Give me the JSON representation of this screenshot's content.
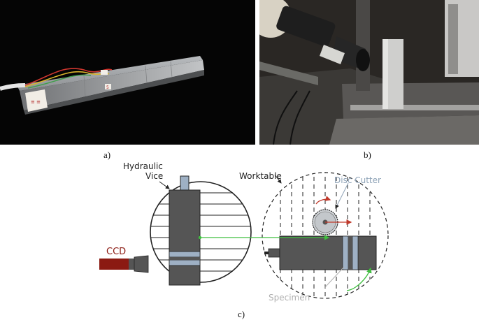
{
  "figure": {
    "photos": [
      {
        "caption": "a)",
        "subject": "specimen-with-strain-gauges"
      },
      {
        "caption": "b)",
        "subject": "ccd-camera-setup"
      }
    ],
    "diagram_caption": "c)",
    "labels": {
      "hydraulic_vice_line1": "Hydraulic",
      "hydraulic_vice_line2": "Vice",
      "worktable": "Worktable",
      "disc_cutter": "Disc Cutter",
      "ccd": "CCD",
      "specimen": "Specimen"
    },
    "colors": {
      "ccd_body": "#8b1a12",
      "vice_block": "#555555",
      "jaw": "#9eb0c4",
      "cutter_label": "#90a4b8",
      "specimen_label": "#b0b0b0",
      "sight_line": "#3fbf3f",
      "rotation_red": "#c0392b",
      "label_text": "#222222"
    }
  }
}
